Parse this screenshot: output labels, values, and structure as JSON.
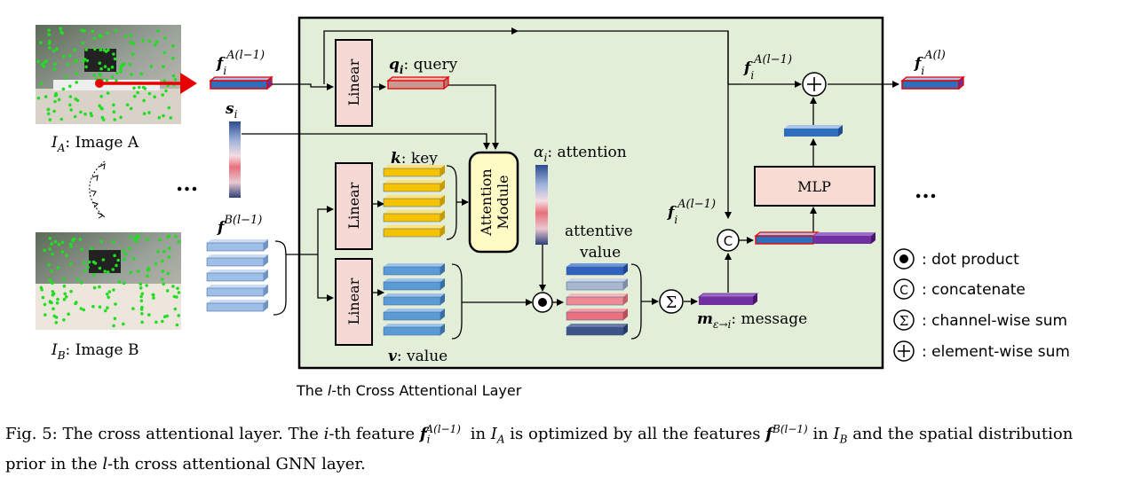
{
  "layer": {
    "title": "The l-th Cross Attentional Layer"
  },
  "images": {
    "a_label": "I_A: Image A",
    "b_label": "I_B: Image B"
  },
  "inputs": {
    "f_a_prev": "f_i^{A(l-1)}",
    "s_i": "s_i",
    "f_b_prev": "f^{B(l-1)}",
    "ellipsis_left": "...",
    "ellipsis_right": "..."
  },
  "blocks": {
    "linear_q": "Linear",
    "linear_k": "Linear",
    "linear_v": "Linear",
    "attention_module_line1": "Attention",
    "attention_module_line2": "Module",
    "mlp": "MLP"
  },
  "labels": {
    "query": "q_i: query",
    "key": "k: key",
    "value": "v: value",
    "attention": "α_i: attention",
    "attentive_line1": "attentive",
    "attentive_line2": "value",
    "message": "m_{ε→i}: message",
    "f_a_top": "f_i^{A(l-1)}",
    "f_a_concat": "f_i^{A(l-1)}",
    "f_a_out": "f_i^{A(l)}"
  },
  "operators": {
    "dot": "•",
    "concat": "C",
    "sum": "Σ",
    "plus": "+"
  },
  "legend": [
    {
      "symbol": "dot",
      "text": ": dot product"
    },
    {
      "symbol": "concat",
      "text": ": concatenate"
    },
    {
      "symbol": "sum",
      "text": ": channel-wise sum"
    },
    {
      "symbol": "plus",
      "text": ": element-wise sum"
    }
  ],
  "caption": {
    "part1": "Fig. 5: The cross attentional layer. The ",
    "part2": "i",
    "part3": "-th feature ",
    "part4": "f_i^{A(l−1)}",
    "part5": " in ",
    "part6": "I_A",
    "part7": " is optimized by all the features ",
    "part8": "f^{B(l−1)}",
    "part9": " in ",
    "part10": "I_B",
    "part11": " and the spatial distribution prior in the ",
    "part12": "l",
    "part13": "-th cross attentional GNN layer."
  },
  "colors": {
    "panel_bg": "#e2eed8",
    "linear_fill": "#f6d9d4",
    "attention_fill": "#fffbc4",
    "mlp_fill": "#f8dcd4",
    "key_fill": "#f5c200",
    "value_fill": "#5b9bd5",
    "message_fill": "#7030a0",
    "red_arrow": "#e60000",
    "query_fill": "#d4968a"
  }
}
